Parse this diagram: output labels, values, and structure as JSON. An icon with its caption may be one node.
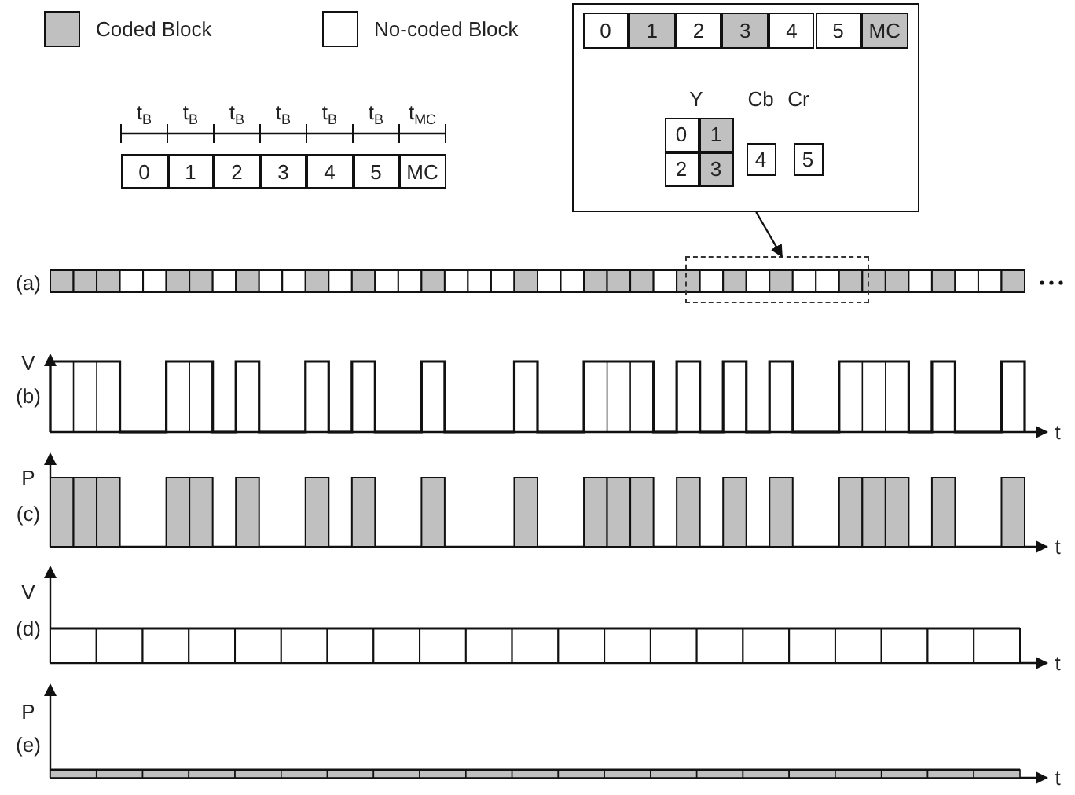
{
  "diagram": {
    "nodes": [
      {
        "text": [
          "0"
        ]
      },
      {
        "text": [
          "1"
        ]
      },
      {
        "text": [
          "2"
        ]
      },
      {
        "text": [
          "3"
        ]
      },
      {
        "text": [
          "4"
        ]
      },
      {
        "text": [
          "5"
        ]
      },
      {
        "text": [
          "MC"
        ]
      },
      {
        "text": [],
        "shape": "box"
      },
      {
        "text": [
          "0"
        ],
        "in": 7
      },
      {
        "text": [
          "1"
        ],
        "in": 7
      },
      {
        "text": [
          "2"
        ],
        "in": 7
      },
      {
        "text": [
          "3"
        ],
        "in": 7
      },
      {
        "text": [
          "4"
        ],
        "in": 7
      },
      {
        "text": [
          "5"
        ],
        "in": 7
      },
      {
        "text": [
          "MC"
        ],
        "in": 7
      },
      {
        "text": [
          "0"
        ],
        "in": 7
      },
      {
        "text": [
          "1"
        ],
        "in": 7
      },
      {
        "text": [
          "2"
        ],
        "in": 7
      },
      {
        "text": [
          "3"
        ],
        "in": 7
      },
      {
        "text": [
          "4"
        ],
        "in": 7
      },
      {
        "text": [
          "5"
        ],
        "in": 7
      },
      {
        "text": [],
        "shape": "box"
      }
    ],
    "edges": [
      {
        "from": 7,
        "to": 21,
        "arrow": "to"
      }
    ],
    "labels": [
      "t$_{B}$",
      "t$_{B}$",
      "t$_{B}$",
      "t$_{B}$",
      "t$_{B}$",
      "t$_{B}$",
      "t$_{MC}$",
      "Y",
      "Cb",
      "Cr",
      "(a)",
      "V",
      "(b)",
      "t",
      "P",
      "(c)",
      "t",
      "V",
      "(d)",
      "t",
      "P",
      "(e)",
      "t"
    ],
    "legend": [
      {
        "text": "Coded Block",
        "color": "#c0c0c0"
      },
      {
        "text": "No-coded Block",
        "color": "#ffffff"
      }
    ]
  }
}
